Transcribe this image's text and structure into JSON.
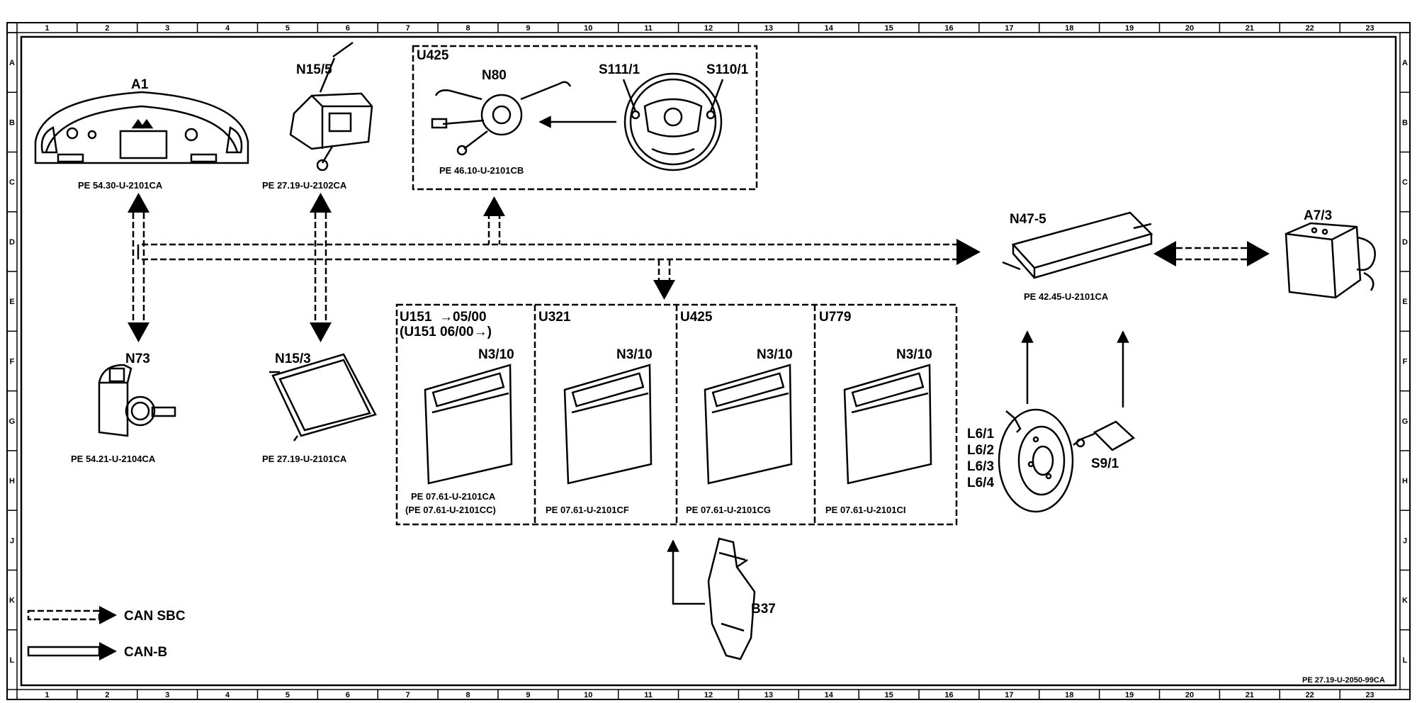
{
  "grid": {
    "columns": [
      "1",
      "2",
      "3",
      "4",
      "5",
      "6",
      "7",
      "8",
      "9",
      "10",
      "11",
      "12",
      "13",
      "14",
      "15",
      "16",
      "17",
      "18",
      "19",
      "20",
      "21",
      "22",
      "23"
    ],
    "rows": [
      "A",
      "B",
      "C",
      "D",
      "E",
      "F",
      "G",
      "H",
      "J",
      "K",
      "L"
    ]
  },
  "components": {
    "a1": {
      "label": "A1",
      "ref": "PE 54.30-U-2101CA"
    },
    "n15_5": {
      "label": "N15/5",
      "ref": "PE 27.19-U-2102CA"
    },
    "u425_top": {
      "group": "U425",
      "label": "N80",
      "ref": "PE 46.10-U-2101CB",
      "s111": "S111/1",
      "s110": "S110/1"
    },
    "n47_5": {
      "label": "N47-5",
      "ref": "PE 42.45-U-2101CA"
    },
    "a7_3": {
      "label": "A7/3"
    },
    "n73": {
      "label": "N73",
      "ref": "PE 54.21-U-2104CA"
    },
    "n15_3": {
      "label": "N15/3",
      "ref": "PE 27.19-U-2101CA"
    },
    "ecu_u151": {
      "group": "U151",
      "arrow_text": "→05/00",
      "group2": "(U151 06/00→)",
      "label": "N3/10",
      "ref": "PE 07.61-U-2101CA",
      "ref2": "(PE 07.61-U-2101CC)"
    },
    "ecu_u321": {
      "group": "U321",
      "label": "N3/10",
      "ref": "PE 07.61-U-2101CF"
    },
    "ecu_u425": {
      "group": "U425",
      "label": "N3/10",
      "ref": "PE 07.61-U-2101CG"
    },
    "ecu_u779": {
      "group": "U779",
      "label": "N3/10",
      "ref": "PE 07.61-U-2101CI"
    },
    "l6": {
      "labels": [
        "L6/1",
        "L6/2",
        "L6/3",
        "L6/4"
      ]
    },
    "s9_1": {
      "label": "S9/1"
    },
    "b37": {
      "label": "B37"
    }
  },
  "legend": {
    "can_sbc": "CAN SBC",
    "can_b": "CAN-B"
  },
  "footer_code": "PE 27.19-U-2050-99CA",
  "colors": {
    "ink": "#000000",
    "paper": "#ffffff",
    "shade": "#d9d9d9"
  }
}
